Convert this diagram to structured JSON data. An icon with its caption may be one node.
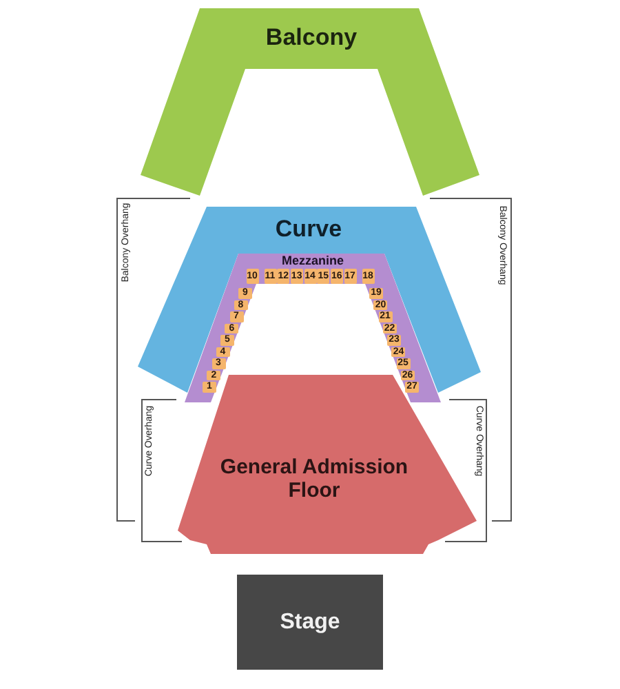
{
  "diagram": {
    "nodes": [
      {
        "text": [
          "Balcony"
        ]
      },
      {
        "text": [
          "Curve"
        ]
      },
      {
        "text": [
          "Mezzanine"
        ]
      },
      {
        "text": [
          "1"
        ],
        "in": 2
      },
      {
        "text": [
          "2"
        ],
        "in": 2
      },
      {
        "text": [
          "3"
        ],
        "in": 2
      },
      {
        "text": [
          "4"
        ],
        "in": 2
      },
      {
        "text": [
          "5"
        ],
        "in": 2
      },
      {
        "text": [
          "6"
        ],
        "in": 2
      },
      {
        "text": [
          "7"
        ],
        "in": 2
      },
      {
        "text": [
          "8"
        ],
        "in": 2
      },
      {
        "text": [
          "9"
        ],
        "in": 2
      },
      {
        "text": [
          "10"
        ],
        "in": 2
      },
      {
        "text": [
          "11"
        ],
        "in": 2
      },
      {
        "text": [
          "12"
        ],
        "in": 2
      },
      {
        "text": [
          "13"
        ],
        "in": 2
      },
      {
        "text": [
          "14"
        ],
        "in": 2
      },
      {
        "text": [
          "15"
        ],
        "in": 2
      },
      {
        "text": [
          "16"
        ],
        "in": 2
      },
      {
        "text": [
          "17"
        ],
        "in": 2
      },
      {
        "text": [
          "18"
        ],
        "in": 2
      },
      {
        "text": [
          "19"
        ],
        "in": 2
      },
      {
        "text": [
          "20"
        ],
        "in": 2
      },
      {
        "text": [
          "21"
        ],
        "in": 2
      },
      {
        "text": [
          "22"
        ],
        "in": 2
      },
      {
        "text": [
          "23"
        ],
        "in": 2
      },
      {
        "text": [
          "24"
        ],
        "in": 2
      },
      {
        "text": [
          "25"
        ],
        "in": 2
      },
      {
        "text": [
          "26"
        ],
        "in": 2
      },
      {
        "text": [
          "27"
        ],
        "in": 2
      },
      {
        "text": [
          "General Admission Floor"
        ]
      },
      {
        "text": [
          "Stage"
        ]
      }
    ],
    "labels": [
      "Balcony Overhang",
      "Balcony Overhang",
      "Curve Overhang",
      "Curve Overhang"
    ]
  }
}
